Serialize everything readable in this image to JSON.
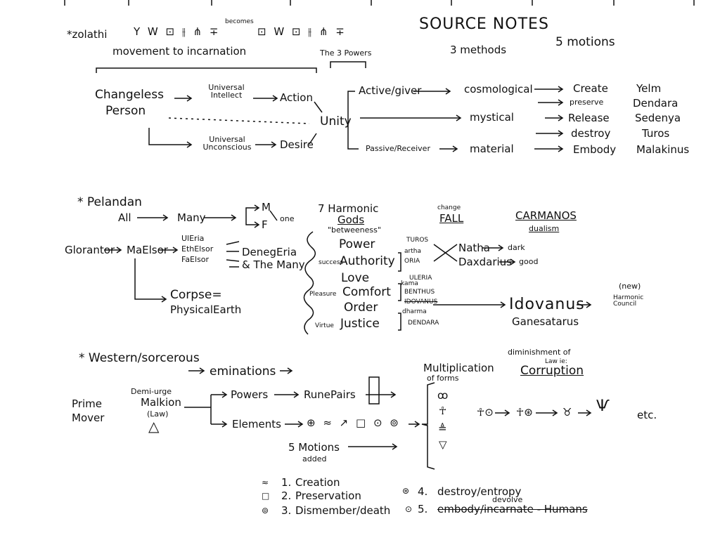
{
  "header": {
    "title": "SOURCE NOTES",
    "methods": "3 methods",
    "motions": "5 motions",
    "powers": "The 3 Powers"
  },
  "zolathi": {
    "label": "*zolathi",
    "runes_a": "Y W ⊡ ⫲ ⋔ ∓",
    "becomes": "becomes",
    "runes_b": "⊡ W ⊡ ⫲ ⋔ ∓",
    "movement": "movement to incarnation",
    "changeless": "Changeless",
    "person": "Person",
    "universal_intellect": "Universal Intellect",
    "action": "Action",
    "universal_unconscious": "Universal Unconscious",
    "desire": "Desire",
    "unity": "Unity",
    "active": "Active/giver",
    "passive": "Passive/Receiver",
    "cosmological": "cosmological",
    "mystical": "mystical",
    "material": "material",
    "motions": [
      "Create",
      "preserve",
      "Release",
      "destroy",
      "Embody"
    ],
    "gods": [
      "Yelm",
      "Dendara",
      "Sedenya",
      "Turos",
      "Malakinus"
    ]
  },
  "pelandan": {
    "label": "* Pelandan",
    "all": "All",
    "many": "Many",
    "m": "M",
    "f": "F",
    "one": "one",
    "glorantha_src": "Glorantor",
    "maelsor": "MaElsor",
    "ulerria": "UlEria",
    "ethelsor": "EthElsor",
    "faelsor": "FaElsor",
    "denegeria": "DenegEria",
    "the_many": "& The Many",
    "corpse": "Corpse=",
    "physical_earth": "PhysicalEarth",
    "harmonic": "7 Harmonic",
    "gods": "Gods",
    "betweenness": "\"betweeness\"",
    "power": "Power",
    "success": "success",
    "authority": "Authority",
    "love": "Love",
    "pleasure": "Pleasure",
    "comfort": "Comfort",
    "order": "Order",
    "virtue": "Virtue",
    "justice": "Justice",
    "turos": "TUROS",
    "artha": "artha",
    "oria": "ORIA",
    "kama": "kama",
    "ulerria2": "ULERIA",
    "benthus": "BENTHUS",
    "idovanus_small": "IDOVANUS",
    "dharma": "dharma",
    "dendara": "DENDARA",
    "change": "change",
    "fall": "FALL",
    "natha": "Natha",
    "daxdarius": "Daxdarius",
    "dark": "dark",
    "good": "good",
    "carmanos": "CARMANOS",
    "dualism": "dualism",
    "idovanus": "Idovanus",
    "ganesatarus": "Ganesatarus",
    "new": "(new)",
    "harmonic_council": "Harmonic Council"
  },
  "western": {
    "label": "* Western/sorcerous",
    "eminations": "eminations",
    "prime": "Prime",
    "mover": "Mover",
    "demi": "Demi-urge",
    "malkion": "Malkion",
    "law": "(Law)",
    "powers": "Powers",
    "rune_pairs": "RunePairs",
    "elements": "Elements",
    "element_runes": "⊕ ≈ ↗ □ ⊙ ⊚",
    "five_motions": "5 Motions",
    "added": "added",
    "multiplication": "Multiplication",
    "of_forms": "of forms",
    "diminishment": "diminishment of",
    "law_ie": "Law ie:",
    "corruption": "Corruption",
    "etc": "etc.",
    "list": [
      {
        "n": "1.",
        "text": "Creation"
      },
      {
        "n": "2.",
        "text": "Preservation"
      },
      {
        "n": "3.",
        "text": "Dismember/death"
      },
      {
        "n": "4.",
        "text": "destroy/entropy"
      },
      {
        "n": "5.",
        "text": "embody/incarnate - Humans"
      }
    ],
    "devolve": "devolve"
  }
}
